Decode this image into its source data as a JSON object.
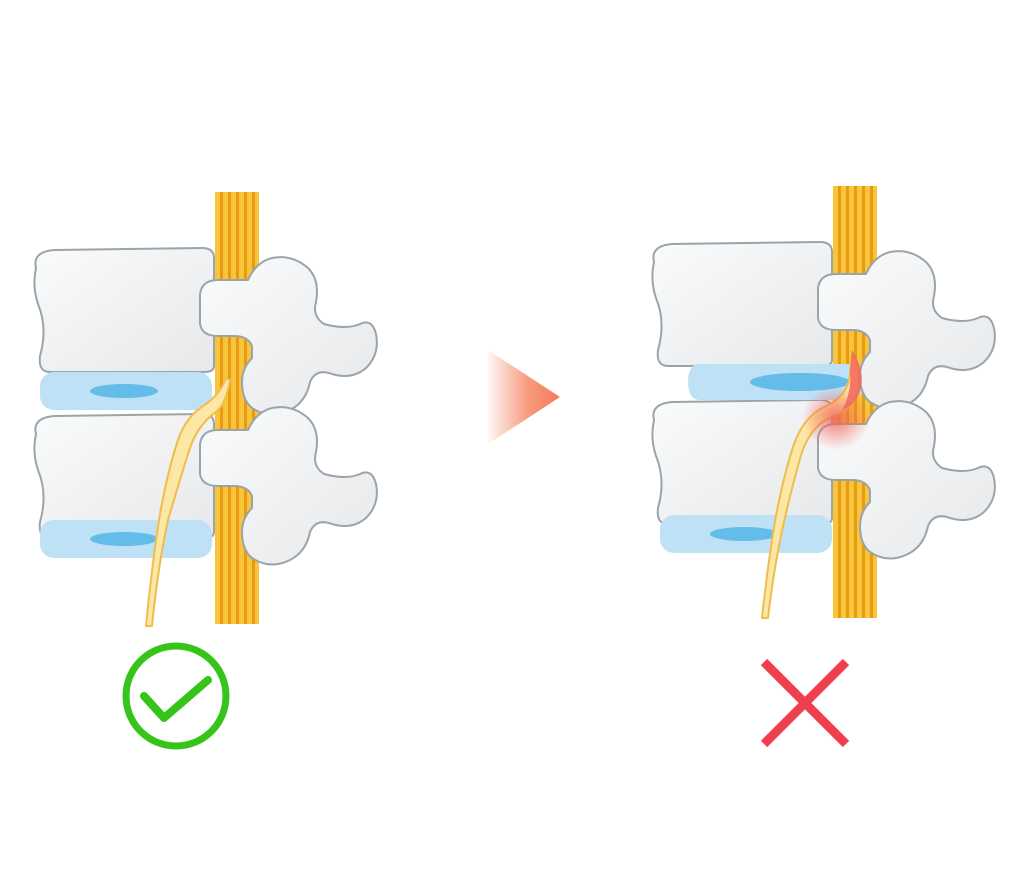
{
  "colors": {
    "background": "#ffffff",
    "vertebra_fill": "#f1f2f3",
    "vertebra_stroke": "#9aa4ac",
    "disc_fill": "#bfe1f6",
    "disc_nucleus": "#5ab8e8",
    "spinal_cord_fill": "#f7c43c",
    "spinal_cord_stripe": "#e89a12",
    "nerve_root_fill": "#fde7a6",
    "nerve_root_stroke": "#efbd4c",
    "inflammation": "#f1655a",
    "arrow": "#f47a55",
    "check": "#36c41a",
    "cross": "#ef3f4c"
  },
  "panels": [
    {
      "state": "normal",
      "marker": "check-mark"
    },
    {
      "state": "herniated",
      "marker": "cross-mark"
    }
  ],
  "icons": [
    "check-icon",
    "cross-icon",
    "arrow-right-icon"
  ]
}
